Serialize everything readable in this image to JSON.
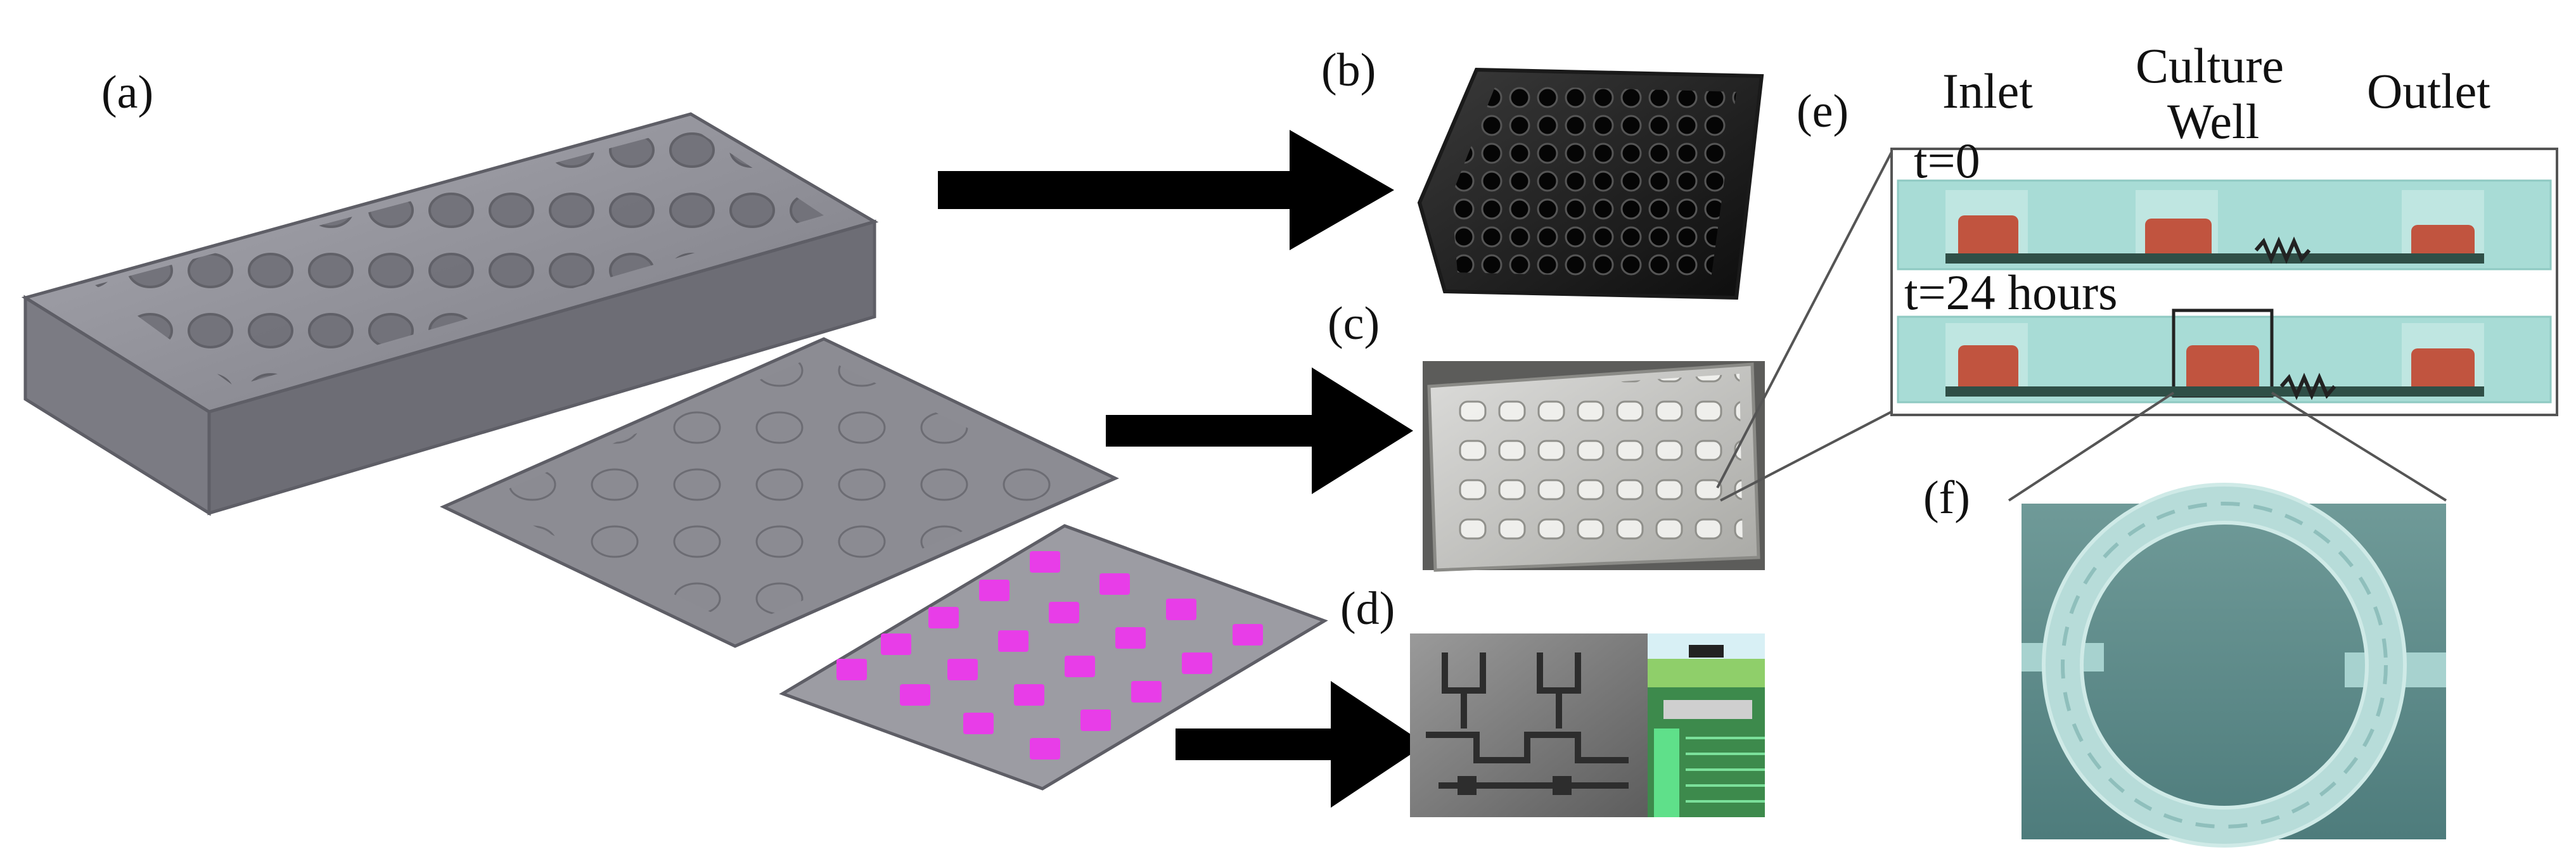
{
  "panels": {
    "a": "(a)",
    "b": "(b)",
    "c": "(c)",
    "d": "(d)",
    "e": "(e)",
    "f": "(f)"
  },
  "panel_e": {
    "inlet": "Inlet",
    "culture_line1": "Culture",
    "culture_line2": "Well",
    "outlet": "Outlet",
    "time_start": "t=0",
    "time_end": "t=24 hours"
  },
  "colors": {
    "plate_gray": "#8d8d95",
    "pink_pads": "#e83de8",
    "cyan_water": "#a8dcd6",
    "culture_red": "#c1543f",
    "arrow": "#000000"
  }
}
